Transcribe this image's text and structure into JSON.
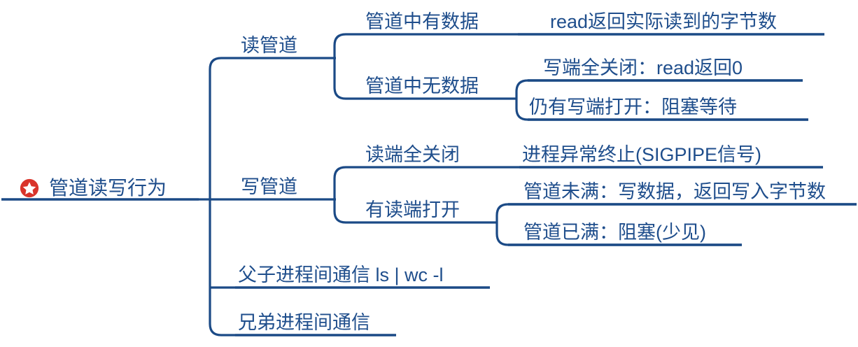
{
  "diagram": {
    "type": "mindmap",
    "title": "管道读写行为",
    "orientation": "left-to-right",
    "colors": {
      "branch_line": "#1b4a86",
      "text": "#1f4e8c",
      "icon_fill": "#d9342b",
      "icon_star": "#ffffff",
      "background": "#ffffff"
    }
  },
  "root": {
    "label": "管道读写行为",
    "icon": "star-circle-icon"
  },
  "nodes": {
    "read_pipe": {
      "label": "读管道"
    },
    "read_has_data": {
      "label": "管道中有数据"
    },
    "read_has_data_result": {
      "label": "read返回实际读到的字节数"
    },
    "read_no_data": {
      "label": "管道中无数据"
    },
    "read_no_data_write_closed": {
      "label": "写端全关闭：read返回0"
    },
    "read_no_data_write_open": {
      "label": "仍有写端打开：阻塞等待"
    },
    "write_pipe": {
      "label": "写管道"
    },
    "write_read_closed": {
      "label": "读端全关闭"
    },
    "write_read_closed_result": {
      "label": "进程异常终止(SIGPIPE信号)"
    },
    "write_read_open": {
      "label": "有读端打开"
    },
    "write_not_full": {
      "label": "管道未满：写数据，返回写入字节数"
    },
    "write_full": {
      "label": "管道已满：阻塞(少见)"
    },
    "parent_child_ipc": {
      "label": "父子进程间通信 ls | wc -l"
    },
    "sibling_ipc": {
      "label": "兄弟进程间通信"
    }
  }
}
